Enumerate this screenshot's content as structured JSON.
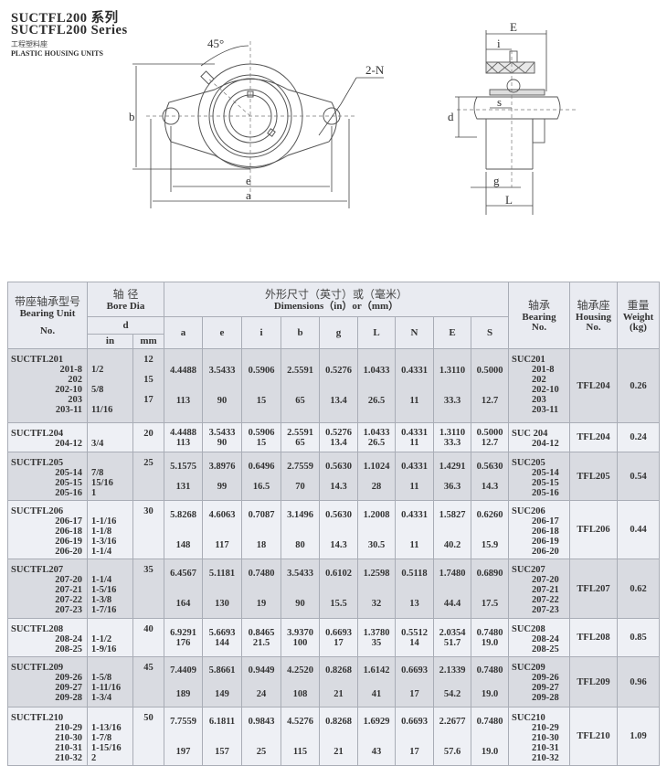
{
  "title": {
    "cn": "SUCTFL200 系列",
    "en": "SUCTFL200 Series",
    "sub_cn": "工程塑料座",
    "sub_en": "PLASTIC HOUSING UNITS"
  },
  "drawing": {
    "angle": "45°",
    "holes": "2-N",
    "labels_front": {
      "b": "b",
      "e": "e",
      "a": "a"
    },
    "labels_side": {
      "E": "E",
      "i": "i",
      "s": "s",
      "d": "d",
      "g": "g",
      "L": "L"
    }
  },
  "table": {
    "headers": {
      "unit_cn": "带座轴承型号",
      "unit_en": "Bearing Unit",
      "unit_no": "No.",
      "bore_cn": "轴 径",
      "bore_en": "Bore Dia",
      "bore_d": "d",
      "in": "in",
      "mm": "mm",
      "dims_cn": "外形尺寸（英寸）或（毫米）",
      "dims_en": "Dimensions（in）or（mm）",
      "dim_cols": [
        "a",
        "e",
        "i",
        "b",
        "g",
        "L",
        "N",
        "E",
        "S"
      ],
      "bearing_cn": "轴承",
      "bearing_en": "Bearing No.",
      "housing_cn": "轴承座",
      "housing_en": "Housing No.",
      "weight_cn": "重量",
      "weight_en": "Weight (kg)"
    },
    "rows": [
      {
        "unit": [
          "SUCTFL201",
          "201-8",
          "202",
          "202-10",
          "203",
          "203-11"
        ],
        "in": [
          "",
          "1/2",
          "",
          "5/8",
          "",
          "11/16"
        ],
        "mm": [
          "12",
          "",
          "15",
          "",
          "17",
          ""
        ],
        "dims_in": [
          "4.4488",
          "3.5433",
          "0.5906",
          "2.5591",
          "0.5276",
          "1.0433",
          "0.4331",
          "1.3110",
          "0.5000"
        ],
        "dims_mm": [
          "113",
          "90",
          "15",
          "65",
          "13.4",
          "26.5",
          "11",
          "33.3",
          "12.7"
        ],
        "bearing": [
          "SUC201",
          "201-8",
          "202",
          "202-10",
          "203",
          "203-11"
        ],
        "housing": "TFL204",
        "weight": "0.26"
      },
      {
        "unit": [
          "SUCTFL204",
          "204-12"
        ],
        "in": [
          "",
          "3/4"
        ],
        "mm": [
          "20",
          ""
        ],
        "dims_in": [
          "4.4488",
          "3.5433",
          "0.5906",
          "2.5591",
          "0.5276",
          "1.0433",
          "0.4331",
          "1.3110",
          "0.5000"
        ],
        "dims_mm": [
          "113",
          "90",
          "15",
          "65",
          "13.4",
          "26.5",
          "11",
          "33.3",
          "12.7"
        ],
        "bearing": [
          "SUC 204",
          "204-12"
        ],
        "housing": "TFL204",
        "weight": "0.24"
      },
      {
        "unit": [
          "SUCTFL205",
          "205-14",
          "205-15",
          "205-16"
        ],
        "in": [
          "",
          "7/8",
          "15/16",
          "1"
        ],
        "mm": [
          "25",
          "",
          "",
          ""
        ],
        "dims_in": [
          "5.1575",
          "3.8976",
          "0.6496",
          "2.7559",
          "0.5630",
          "1.1024",
          "0.4331",
          "1.4291",
          "0.5630"
        ],
        "dims_mm": [
          "131",
          "99",
          "16.5",
          "70",
          "14.3",
          "28",
          "11",
          "36.3",
          "14.3"
        ],
        "bearing": [
          "SUC205",
          "205-14",
          "205-15",
          "205-16"
        ],
        "housing": "TFL205",
        "weight": "0.54"
      },
      {
        "unit": [
          "SUCTFL206",
          "206-17",
          "206-18",
          "206-19",
          "206-20"
        ],
        "in": [
          "",
          "1-1/16",
          "1-1/8",
          "1-3/16",
          "1-1/4"
        ],
        "mm": [
          "30",
          "",
          "",
          "",
          ""
        ],
        "dims_in": [
          "5.8268",
          "4.6063",
          "0.7087",
          "3.1496",
          "0.5630",
          "1.2008",
          "0.4331",
          "1.5827",
          "0.6260"
        ],
        "dims_mm": [
          "148",
          "117",
          "18",
          "80",
          "14.3",
          "30.5",
          "11",
          "40.2",
          "15.9"
        ],
        "bearing": [
          "SUC206",
          "206-17",
          "206-18",
          "206-19",
          "206-20"
        ],
        "housing": "TFL206",
        "weight": "0.44"
      },
      {
        "unit": [
          "SUCTFL207",
          "207-20",
          "207-21",
          "207-22",
          "207-23"
        ],
        "in": [
          "",
          "1-1/4",
          "1-5/16",
          "1-3/8",
          "1-7/16"
        ],
        "mm": [
          "35",
          "",
          "",
          "",
          ""
        ],
        "dims_in": [
          "6.4567",
          "5.1181",
          "0.7480",
          "3.5433",
          "0.6102",
          "1.2598",
          "0.5118",
          "1.7480",
          "0.6890"
        ],
        "dims_mm": [
          "164",
          "130",
          "19",
          "90",
          "15.5",
          "32",
          "13",
          "44.4",
          "17.5"
        ],
        "bearing": [
          "SUC207",
          "207-20",
          "207-21",
          "207-22",
          "207-23"
        ],
        "housing": "TFL207",
        "weight": "0.62"
      },
      {
        "unit": [
          "SUCTFL208",
          "208-24",
          "208-25"
        ],
        "in": [
          "",
          "1-1/2",
          "1-9/16"
        ],
        "mm": [
          "40",
          "",
          ""
        ],
        "dims_in": [
          "6.9291",
          "5.6693",
          "0.8465",
          "3.9370",
          "0.6693",
          "1.3780",
          "0.5512",
          "2.0354",
          "0.7480"
        ],
        "dims_mm": [
          "176",
          "144",
          "21.5",
          "100",
          "17",
          "35",
          "14",
          "51.7",
          "19.0"
        ],
        "bearing": [
          "SUC208",
          "208-24",
          "208-25"
        ],
        "housing": "TFL208",
        "weight": "0.85"
      },
      {
        "unit": [
          "SUCTFL209",
          "209-26",
          "209-27",
          "209-28"
        ],
        "in": [
          "",
          "1-5/8",
          "1-11/16",
          "1-3/4"
        ],
        "mm": [
          "45",
          "",
          "",
          ""
        ],
        "dims_in": [
          "7.4409",
          "5.8661",
          "0.9449",
          "4.2520",
          "0.8268",
          "1.6142",
          "0.6693",
          "2.1339",
          "0.7480"
        ],
        "dims_mm": [
          "189",
          "149",
          "24",
          "108",
          "21",
          "41",
          "17",
          "54.2",
          "19.0"
        ],
        "bearing": [
          "SUC209",
          "209-26",
          "209-27",
          "209-28"
        ],
        "housing": "TFL209",
        "weight": "0.96"
      },
      {
        "unit": [
          "SUCTFL210",
          "210-29",
          "210-30",
          "210-31",
          "210-32"
        ],
        "in": [
          "",
          "1-13/16",
          "1-7/8",
          "1-15/16",
          "2"
        ],
        "mm": [
          "50",
          "",
          "",
          "",
          ""
        ],
        "dims_in": [
          "7.7559",
          "6.1811",
          "0.9843",
          "4.5276",
          "0.8268",
          "1.6929",
          "0.6693",
          "2.2677",
          "0.7480"
        ],
        "dims_mm": [
          "197",
          "157",
          "25",
          "115",
          "21",
          "43",
          "17",
          "57.6",
          "19.0"
        ],
        "bearing": [
          "SUC210",
          "210-29",
          "210-30",
          "210-31",
          "210-32"
        ],
        "housing": "TFL210",
        "weight": "1.09"
      }
    ]
  }
}
